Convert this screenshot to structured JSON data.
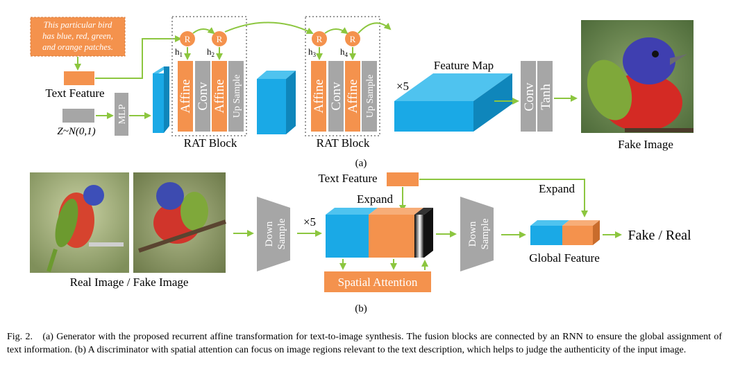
{
  "part_a": {
    "prompt_text": [
      "This particular bird",
      "has blue, red, green,",
      "and orange patches."
    ],
    "text_feature_label": "Text Feature",
    "noise_label": "Z~N(0,1)",
    "mlp_label": "MLP",
    "rnn_node_label": "R",
    "hidden_labels": [
      {
        "main": "h",
        "sub": "1"
      },
      {
        "main": "h",
        "sub": "2"
      },
      {
        "main": "h",
        "sub": "3"
      },
      {
        "main": "h",
        "sub": "4"
      }
    ],
    "block_layers": [
      "Affine",
      "Conv",
      "Affine",
      "Up Sample"
    ],
    "rat_block_label": "RAT Block",
    "repeat_label": "×5",
    "feature_map_label": "Feature Map",
    "output_layers": [
      "Conv",
      "Tanh"
    ],
    "fake_image_label": "Fake Image",
    "panel_label": "(a)"
  },
  "part_b": {
    "input_label": "Real Image / Fake Image",
    "down_sample_label": [
      "Down",
      "Sample"
    ],
    "repeat_label": "×5",
    "text_feature_label": "Text Feature",
    "expand_label_1": "Expand",
    "expand_label_2": "Expand",
    "spatial_attention_label": "Spatial Attention",
    "global_feature_label": "Global Feature",
    "output_label": "Fake / Real",
    "panel_label": "(b)"
  },
  "colors": {
    "orange": "#F4924D",
    "blue": "#1AA9E6",
    "gray": "#A6A6A6",
    "green_arrow": "#8CC63F"
  },
  "caption": {
    "lead": "Fig. 2.",
    "text": "(a) Generator with the proposed recurrent affine transformation for text-to-image synthesis. The fusion blocks are connected by an RNN to ensure the global assignment of text information. (b) A discriminator with spatial attention can focus on image regions relevant to the text description, which helps to judge the authenticity of the input image."
  }
}
